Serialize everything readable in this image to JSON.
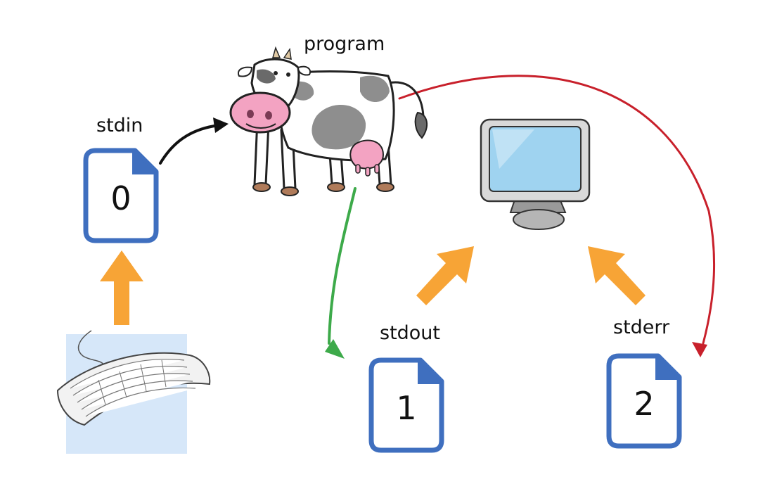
{
  "labels": {
    "program": "program",
    "stdin": "stdin",
    "stdout": "stdout",
    "stderr": "stderr"
  },
  "files": {
    "stdin_digit": "0",
    "stdout_digit": "1",
    "stderr_digit": "2"
  },
  "icons": {
    "program": "cow-icon",
    "screen": "monitor-icon",
    "input_device": "keyboard-icon",
    "file": "document-icon"
  },
  "colors": {
    "file_border": "#3f6fbf",
    "orange_arrow": "#f7a436",
    "stdin_arrow": "#111111",
    "stdout_arrow": "#3daa4a",
    "stderr_arrow": "#c8202b",
    "keyboard_bg": "#d6e7f9",
    "monitor_screen": "#9fd3f0",
    "cow_spot": "#8e8e8e",
    "cow_pink": "#f3a3c2"
  }
}
